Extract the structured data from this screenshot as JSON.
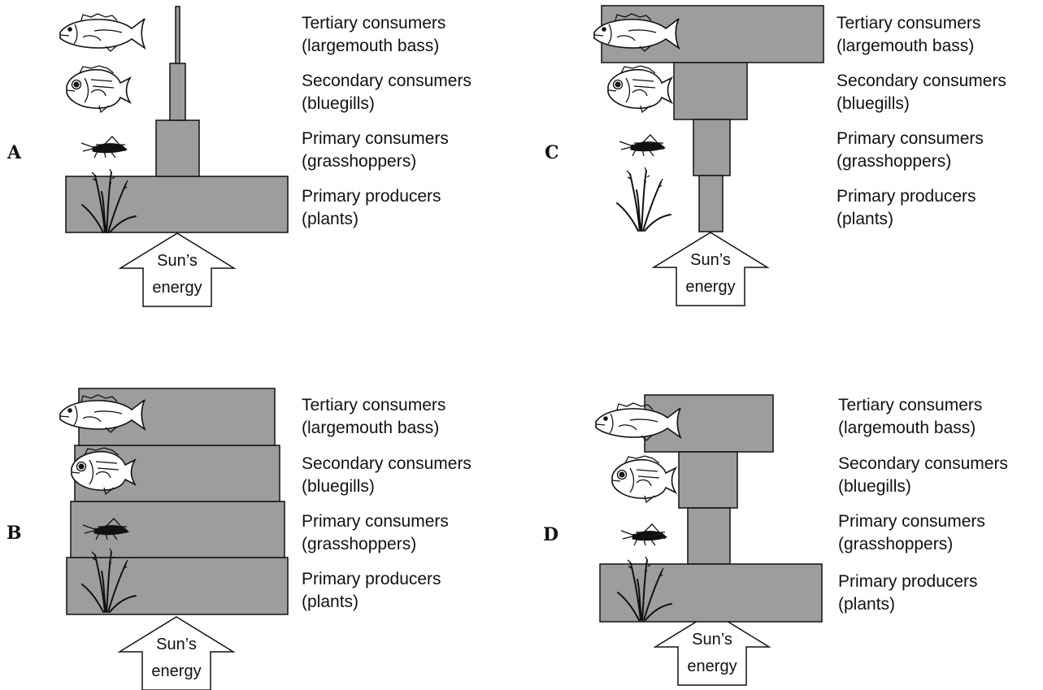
{
  "panels": [
    {
      "letter": "A",
      "levels": [
        {
          "line1": "Tertiary consumers",
          "line2": "(largemouth bass)",
          "icon": "largemouth-bass-icon"
        },
        {
          "line1": "Secondary consumers",
          "line2": "(bluegills)",
          "icon": "bluegill-icon"
        },
        {
          "line1": "Primary consumers",
          "line2": "(grasshoppers)",
          "icon": "grasshopper-icon"
        },
        {
          "line1": "Primary producers",
          "line2": "(plants)",
          "icon": "plant-icon"
        }
      ],
      "sun_line1": "Sun’s",
      "sun_line2": "energy"
    },
    {
      "letter": "B",
      "levels": [
        {
          "line1": "Tertiary consumers",
          "line2": "(largemouth bass)",
          "icon": "largemouth-bass-icon"
        },
        {
          "line1": "Secondary consumers",
          "line2": "(bluegills)",
          "icon": "bluegill-icon"
        },
        {
          "line1": "Primary consumers",
          "line2": "(grasshoppers)",
          "icon": "grasshopper-icon"
        },
        {
          "line1": "Primary producers",
          "line2": "(plants)",
          "icon": "plant-icon"
        }
      ],
      "sun_line1": "Sun’s",
      "sun_line2": "energy"
    },
    {
      "letter": "C",
      "levels": [
        {
          "line1": "Tertiary consumers",
          "line2": "(largemouth bass)",
          "icon": "largemouth-bass-icon"
        },
        {
          "line1": "Secondary consumers",
          "line2": "(bluegills)",
          "icon": "bluegill-icon"
        },
        {
          "line1": "Primary consumers",
          "line2": "(grasshoppers)",
          "icon": "grasshopper-icon"
        },
        {
          "line1": "Primary producers",
          "line2": "(plants)",
          "icon": "plant-icon"
        }
      ],
      "sun_line1": "Sun’s",
      "sun_line2": "energy"
    },
    {
      "letter": "D",
      "levels": [
        {
          "line1": "Tertiary consumers",
          "line2": "(largemouth bass)",
          "icon": "largemouth-bass-icon"
        },
        {
          "line1": "Secondary consumers",
          "line2": "(bluegills)",
          "icon": "bluegill-icon"
        },
        {
          "line1": "Primary consumers",
          "line2": "(grasshoppers)",
          "icon": "grasshopper-icon"
        },
        {
          "line1": "Primary producers",
          "line2": "(plants)",
          "icon": "plant-icon"
        }
      ],
      "sun_line1": "Sun’s",
      "sun_line2": "energy"
    }
  ],
  "colors": {
    "bar_fill": "#9d9d9d",
    "outline": "#111111",
    "background": "#ffffff"
  }
}
